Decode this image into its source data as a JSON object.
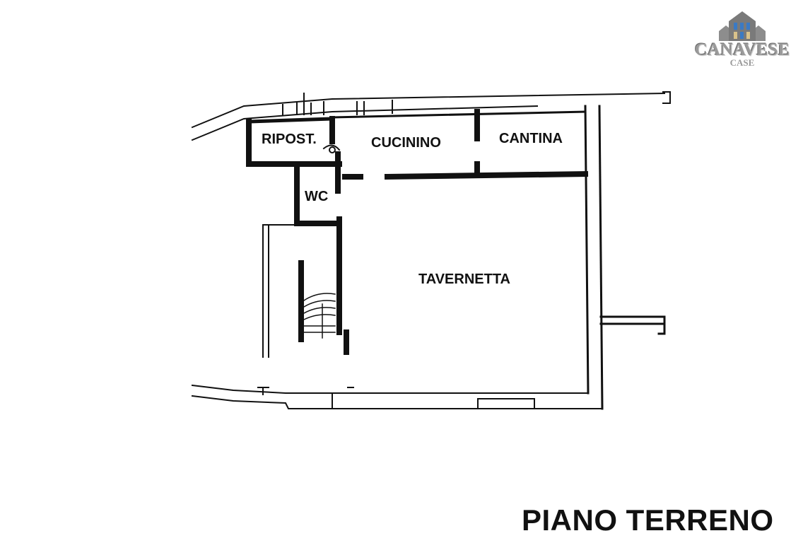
{
  "logo": {
    "word": "CANAVESE",
    "sub": "CASE"
  },
  "rooms": {
    "ripostiglio": "RIPOST.",
    "cucinino": "CUCININO",
    "cantina": "CANTINA",
    "wc": "WC",
    "tavernetta": "TAVERNETTA"
  },
  "floor_title": "PIANO TERRENO",
  "colors": {
    "walls": "#111111",
    "background": "#ffffff",
    "logo_gray": "#9a9a9a"
  }
}
